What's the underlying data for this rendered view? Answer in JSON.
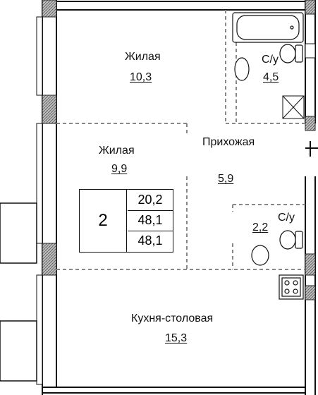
{
  "rooms": [
    {
      "id": "living-1",
      "name": "Жилая",
      "area": "10,3"
    },
    {
      "id": "bath-1",
      "name": "С/у",
      "area": "4,5"
    },
    {
      "id": "hall",
      "name": "Прихожая",
      "area": "5,9"
    },
    {
      "id": "living-2",
      "name": "Жилая",
      "area": "9,9"
    },
    {
      "id": "bath-2",
      "name": "С/у",
      "area": "2,2"
    },
    {
      "id": "kitchen",
      "name": "Кухня-столовая",
      "area": "15,3"
    }
  ],
  "summary": {
    "room_count": "2",
    "areas": [
      "20,2",
      "48,1",
      "48,1"
    ]
  }
}
